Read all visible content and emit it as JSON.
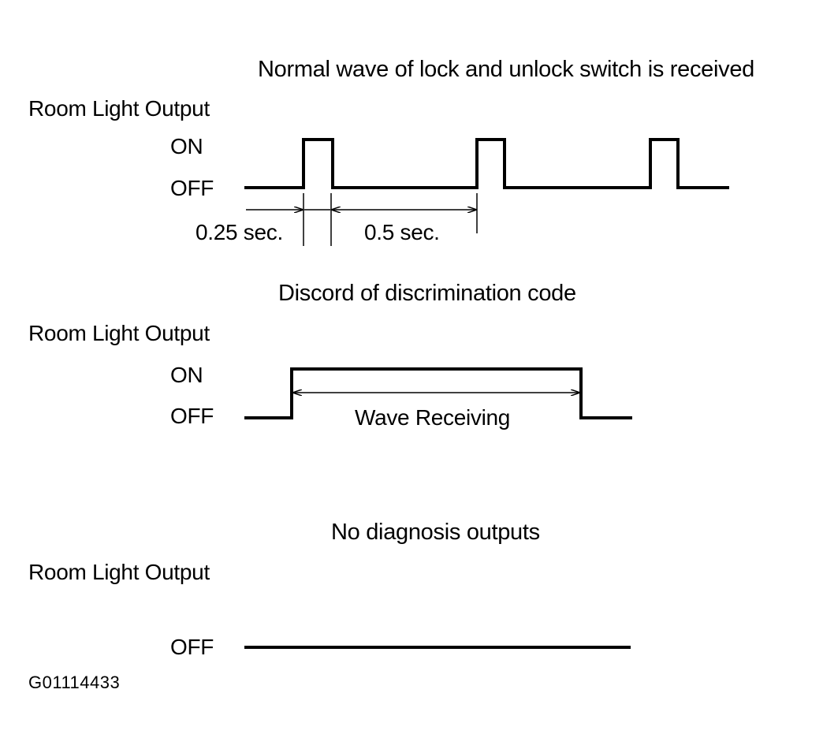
{
  "section1": {
    "title": "Normal wave of lock and unlock switch is received",
    "signal_label": "Room Light Output",
    "on_label": "ON",
    "off_label": "OFF",
    "timing_1": "0.25 sec.",
    "timing_2": "0.5 sec."
  },
  "section2": {
    "title": "Discord of discrimination code",
    "signal_label": "Room Light Output",
    "on_label": "ON",
    "off_label": "OFF",
    "interval_label": "Wave Receiving"
  },
  "section3": {
    "title": "No diagnosis outputs",
    "signal_label": "Room Light Output",
    "off_label": "OFF"
  },
  "figure_id": "G01114433"
}
